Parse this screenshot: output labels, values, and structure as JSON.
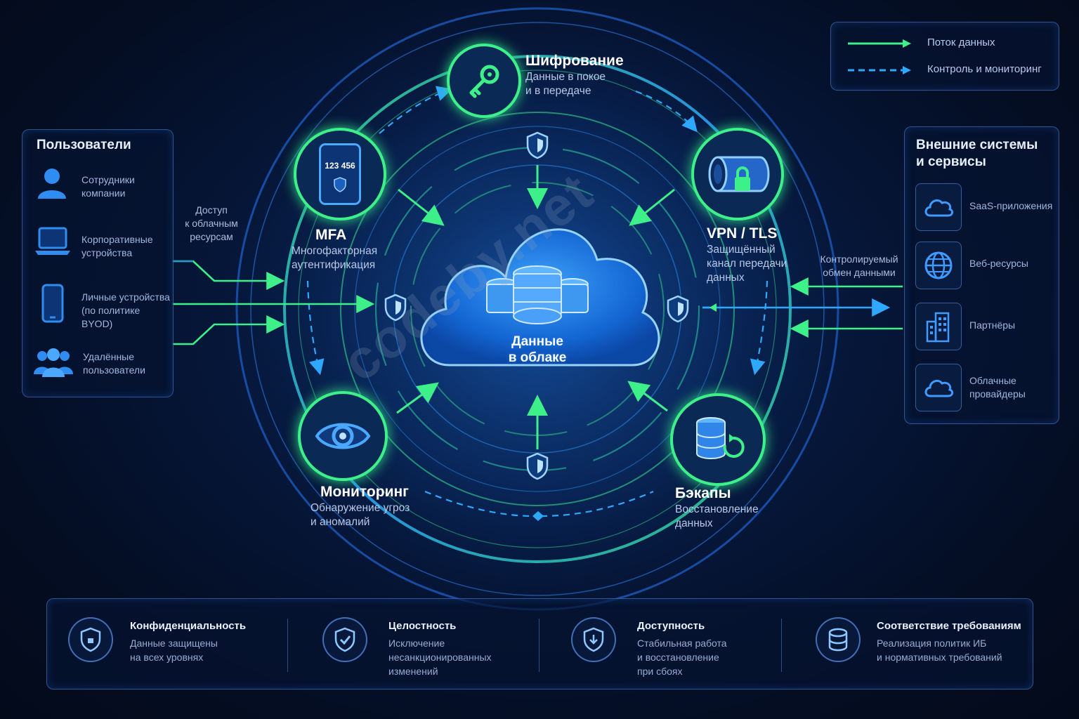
{
  "legend": {
    "data_flow": "Поток данных",
    "control": "Контроль и мониторинг"
  },
  "users": {
    "title": "Пользователи",
    "items": [
      {
        "label_line1": "Сотрудники",
        "label_line2": "компании",
        "icon": "user-icon"
      },
      {
        "label_line1": "Корпоративные",
        "label_line2": "устройства",
        "icon": "laptop-icon"
      },
      {
        "label_line1": "Личные устройства",
        "label_line2": "(по политике BYOD)",
        "icon": "phone-icon"
      },
      {
        "label_line1": "Удалённые",
        "label_line2": "пользователи",
        "icon": "group-icon"
      }
    ],
    "access_label": [
      "Доступ",
      "к облачным",
      "ресурсам"
    ]
  },
  "external": {
    "title_line1": "Внешние системы",
    "title_line2": "и сервисы",
    "exchange_label": [
      "Контролируемый",
      "обмен данными"
    ],
    "items": [
      {
        "label_line1": "SaaS-приложения",
        "label_line2": "",
        "icon": "cloud-icon"
      },
      {
        "label_line1": "Веб-ресурсы",
        "label_line2": "",
        "icon": "globe-icon"
      },
      {
        "label_line1": "Партнёры",
        "label_line2": "",
        "icon": "building-icon"
      },
      {
        "label_line1": "Облачные",
        "label_line2": "провайдеры",
        "icon": "cloud-icon"
      }
    ]
  },
  "center": {
    "line1": "Данные",
    "line2": "в облаке"
  },
  "nodes": {
    "encryption": {
      "title": "Шифрование",
      "sub1": "Данные в покое",
      "sub2": "и в передаче",
      "icon": "key-icon"
    },
    "mfa": {
      "title": "MFA",
      "sub1": "Многофакторная",
      "sub2": "аутентификация",
      "code": "123 456",
      "icon": "phone-code-icon"
    },
    "vpn": {
      "title": "VPN / TLS",
      "sub1": "Защищённый",
      "sub2": "канал передачи",
      "sub3": "данных",
      "icon": "tunnel-lock-icon"
    },
    "monitoring": {
      "title": "Мониторинг",
      "sub1": "Обнаружение угроз",
      "sub2": "и аномалий",
      "icon": "eye-icon"
    },
    "backups": {
      "title": "Бэкапы",
      "sub1": "Восстановление",
      "sub2": "данных",
      "icon": "database-restore-icon"
    }
  },
  "bottom": [
    {
      "title": "Конфиденциальность",
      "text": [
        "Данные защищены",
        "на всех уровнях"
      ],
      "icon": "shield-lock-icon"
    },
    {
      "title": "Целостность",
      "text": [
        "Исключение",
        "несанкционированных",
        "изменений"
      ],
      "icon": "shield-check-icon"
    },
    {
      "title": "Доступность",
      "text": [
        "Стабильная работа",
        "и восстановление",
        "при сбоях"
      ],
      "icon": "shield-down-icon"
    },
    {
      "title": "Соответствие требованиям",
      "text": [
        "Реализация политик ИБ",
        "и нормативных требований"
      ],
      "icon": "database-icon"
    }
  ],
  "watermark": "codeby.net",
  "colors": {
    "green": "#3df08a",
    "blue": "#2ea8ff",
    "accent_bg": "#06173a"
  }
}
